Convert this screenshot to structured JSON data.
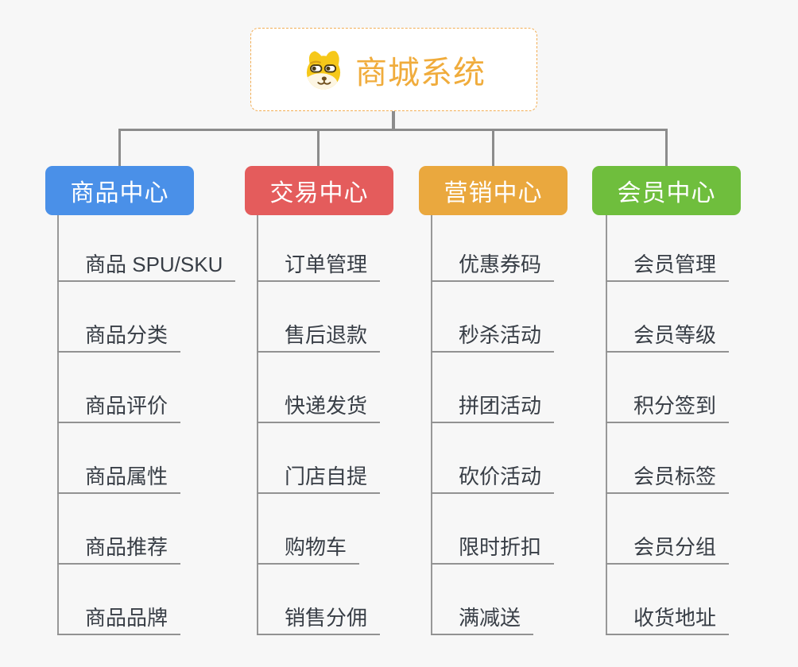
{
  "page": {
    "background_color": "#f7f7f7",
    "connector_color": "#8c8c8c",
    "leaf_line_color": "#929292"
  },
  "root": {
    "title": "商城系统",
    "icon": "doge-icon",
    "accent_color": "#f0ac3c",
    "border_color": "#f2ae55"
  },
  "branches": [
    {
      "label": "商品中心",
      "color": "#4a90e8",
      "items": [
        "商品 SPU/SKU",
        "商品分类",
        "商品评价",
        "商品属性",
        "商品推荐",
        "商品品牌"
      ]
    },
    {
      "label": "交易中心",
      "color": "#e45c5c",
      "items": [
        "订单管理",
        "售后退款",
        "快递发货",
        "门店自提",
        "购物车",
        "销售分佣"
      ]
    },
    {
      "label": "营销中心",
      "color": "#eaa83e",
      "items": [
        "优惠券码",
        "秒杀活动",
        "拼团活动",
        "砍价活动",
        "限时折扣",
        "满减送"
      ]
    },
    {
      "label": "会员中心",
      "color": "#6fbe3d",
      "items": [
        "会员管理",
        "会员等级",
        "积分签到",
        "会员标签",
        "会员分组",
        "收货地址"
      ]
    }
  ]
}
